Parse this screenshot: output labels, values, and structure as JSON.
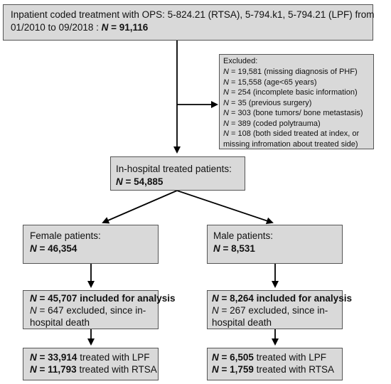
{
  "top_box": {
    "line1": "Inpatient coded treatment with OPS: 5-824.21 (RTSA), 5-794.k1, 5-794.21 (LPF)  from",
    "line2_prefix": "01/2010 to 09/2018 : ",
    "n_label": "N",
    "line2_value": " = 91,116"
  },
  "excluded_box": {
    "title": "Excluded:",
    "n_label": "N",
    "items": [
      " = 19,581 (missing diagnosis of PHF)",
      " = 15,558 (age<65 years)",
      " = 254 (incomplete basic information)",
      " = 35 (previous surgery)",
      " = 303 (bone tumors/ bone metastasis)",
      " = 389 (coded polytrauma)",
      " = 108 (both sided treated at index, or"
    ],
    "continuation": "missing infromation about treated side)"
  },
  "inhospital_box": {
    "title": "In-hospital treated patients:",
    "n_label": "N",
    "value": " = 54,885"
  },
  "female_box": {
    "title": "Female patients:",
    "n_label": "N",
    "value": " = 46,354"
  },
  "male_box": {
    "title": "Male patients:",
    "n_label": "N",
    "value": " = 8,531"
  },
  "female_analysis_box": {
    "n_label": "N",
    "included": " = 45,707 included for analysis",
    "excluded_line1": " = 647 excluded, since in-",
    "excluded_line2": "hospital death"
  },
  "male_analysis_box": {
    "n_label": "N",
    "included": " = 8,264 included for analysis",
    "excluded_line1": " = 267 excluded, since in-",
    "excluded_line2": "hospital death"
  },
  "female_treated_box": {
    "n_label": "N",
    "lpf_value": " = 33,914",
    "lpf_text": "  treated with LPF",
    "rtsa_value": " = 11,793",
    "rtsa_text": "  treated with RTSA"
  },
  "male_treated_box": {
    "n_label": "N",
    "lpf_value": " = 6,505",
    "lpf_text": "  treated with LPF",
    "rtsa_value": " = 1,759",
    "rtsa_text": "  treated with RTSA"
  },
  "colors": {
    "box_fill": "#d9d9d9",
    "box_border": "#555555",
    "arrow": "#000000"
  }
}
